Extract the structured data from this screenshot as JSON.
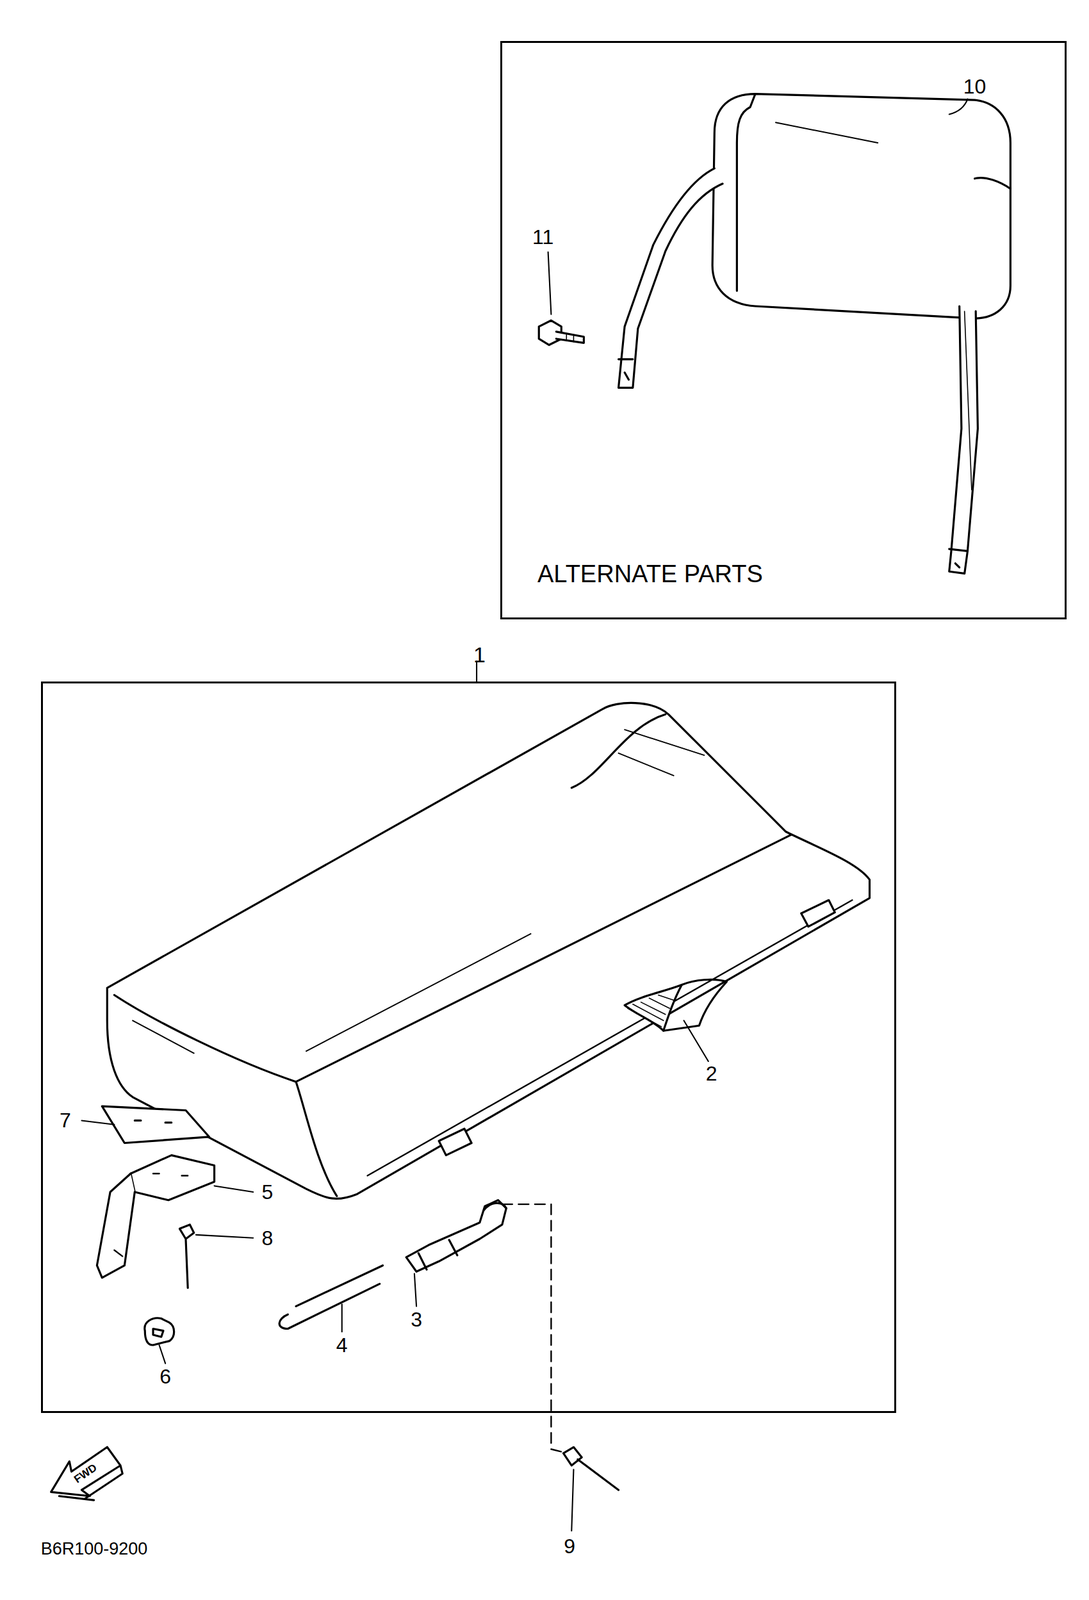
{
  "diagram": {
    "nodes": [
      {
        "text": [
          "ALTERNATE PARTS"
        ]
      },
      {
        "text": [
          "1"
        ]
      }
    ],
    "labels": [
      "10",
      "11",
      "2",
      "7",
      "5",
      "8",
      "4",
      "3",
      "6",
      "9",
      "FWD",
      "B6R100-9200"
    ]
  }
}
